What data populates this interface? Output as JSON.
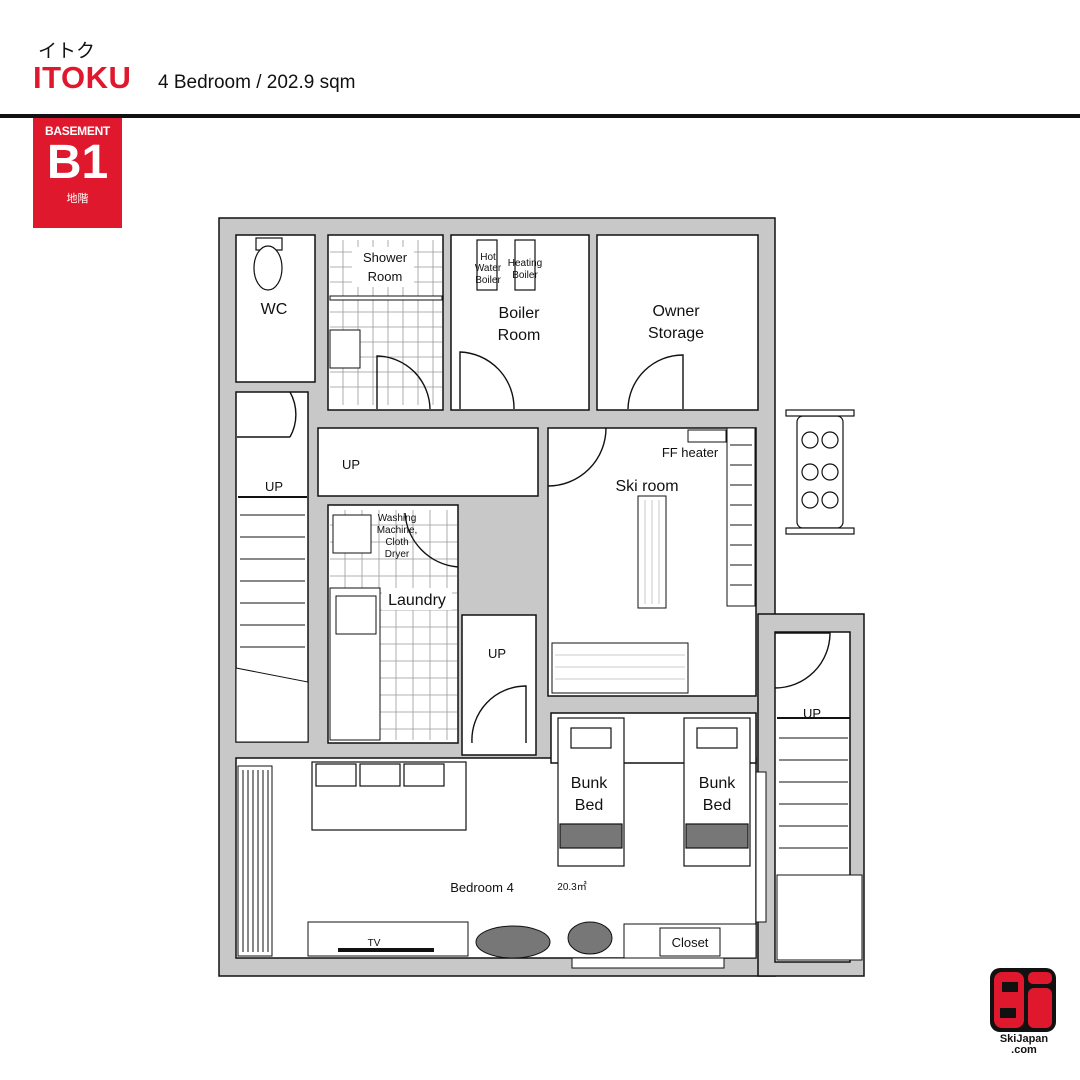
{
  "header": {
    "japanese_title": "イトク",
    "name": "ITOKU",
    "subtitle": "4 Bedroom / 202.9 sqm"
  },
  "floor_badge": {
    "top": "BASEMENT",
    "level": "B1",
    "bottom": "地階"
  },
  "rooms": {
    "wc": "WC",
    "shower_line1": "Shower",
    "shower_line2": "Room",
    "boiler_hot_1": "Hot",
    "boiler_hot_2": "Water",
    "boiler_hot_3": "Boiler",
    "boiler_heat_1": "Heating",
    "boiler_heat_2": "Boiler",
    "boiler_line1": "Boiler",
    "boiler_line2": "Room",
    "owner_line1": "Owner",
    "owner_line2": "Storage",
    "ff_heater": "FF heater",
    "ski_room": "Ski room",
    "up": "UP",
    "washer_1": "Washing",
    "washer_2": "Machine,",
    "washer_3": "Cloth",
    "washer_4": "Dryer",
    "laundry": "Laundry",
    "bunk_1": "Bunk",
    "bunk_2": "Bed",
    "bedroom": "Bedroom 4",
    "bedroom_area": "20.3㎡",
    "tv": "TV",
    "closet": "Closet"
  },
  "logo": {
    "line1": "SkiJapan",
    "line2": ".com"
  },
  "colors": {
    "accent": "#e0182d",
    "wall": "#c8c8c8",
    "line": "#111111"
  }
}
